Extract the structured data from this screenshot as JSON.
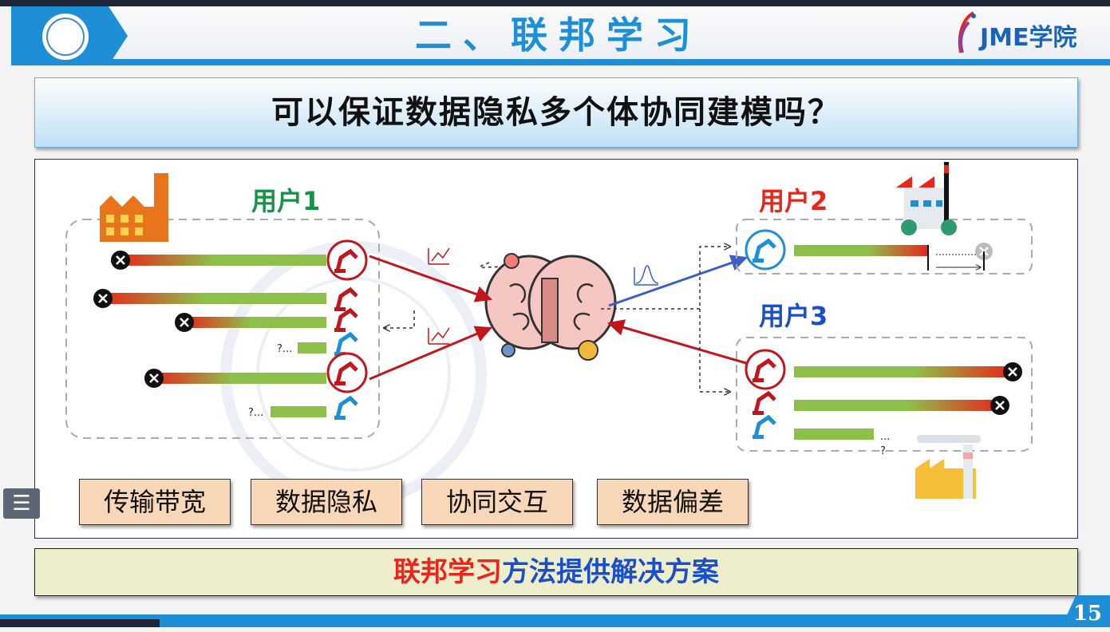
{
  "header": {
    "title": "二、联邦学习",
    "brand": "JME学院"
  },
  "question": "可以保证数据隐私多个体协同建模吗？",
  "diagram": {
    "user1": "用户1",
    "user2": "用户2",
    "user3": "用户3",
    "unknown_1": "?...",
    "unknown_2": "?...",
    "unknown_3": "...",
    "unknown_4": "?"
  },
  "challenges": [
    "传输带宽",
    "数据隐私",
    "协同交互",
    "数据偏差"
  ],
  "solution": {
    "highlight": "联邦学习",
    "rest": "方法提供解决方案"
  },
  "page_number": "15",
  "colors": {
    "blue": "#1e8fd6",
    "green": "#8dc04a",
    "red": "#e8261c",
    "robot_blue": "#1e8fd6",
    "user1": "#159447",
    "user2": "#e8261c",
    "user3": "#1a4fc9"
  }
}
